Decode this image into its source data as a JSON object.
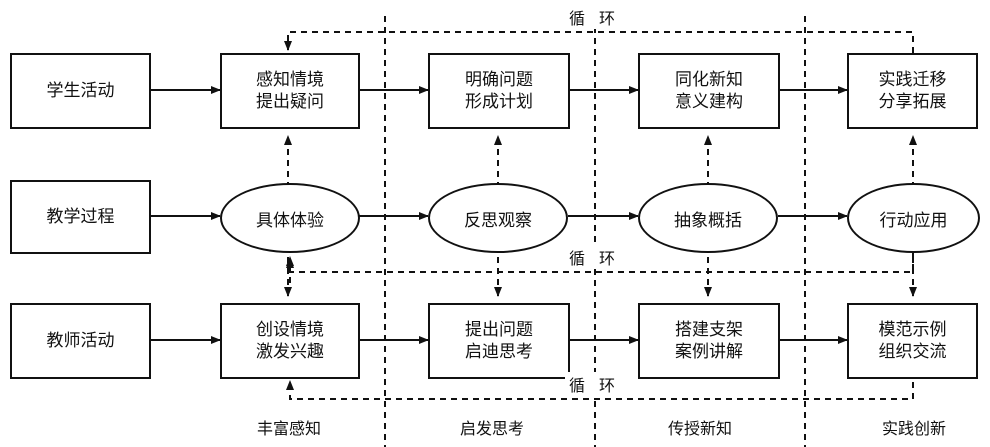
{
  "rows": {
    "student": "学生活动",
    "process": "教学过程",
    "teacher": "教师活动"
  },
  "student_boxes": [
    [
      "感知情境",
      "提出疑问"
    ],
    [
      "明确问题",
      "形成计划"
    ],
    [
      "同化新知",
      "意义建构"
    ],
    [
      "实践迁移",
      "分享拓展"
    ]
  ],
  "process_ellipses": [
    "具体体验",
    "反思观察",
    "抽象概括",
    "行动应用"
  ],
  "teacher_boxes": [
    [
      "创设情境",
      "激发兴趣"
    ],
    [
      "提出问题",
      "启迪思考"
    ],
    [
      "搭建支架",
      "案例讲解"
    ],
    [
      "模范示例",
      "组织交流"
    ]
  ],
  "loop_label": "循环",
  "stages": [
    "丰富感知",
    "启发思考",
    "传授新知",
    "实践创新"
  ],
  "colors": {
    "stroke": "#111111",
    "background": "#ffffff"
  }
}
